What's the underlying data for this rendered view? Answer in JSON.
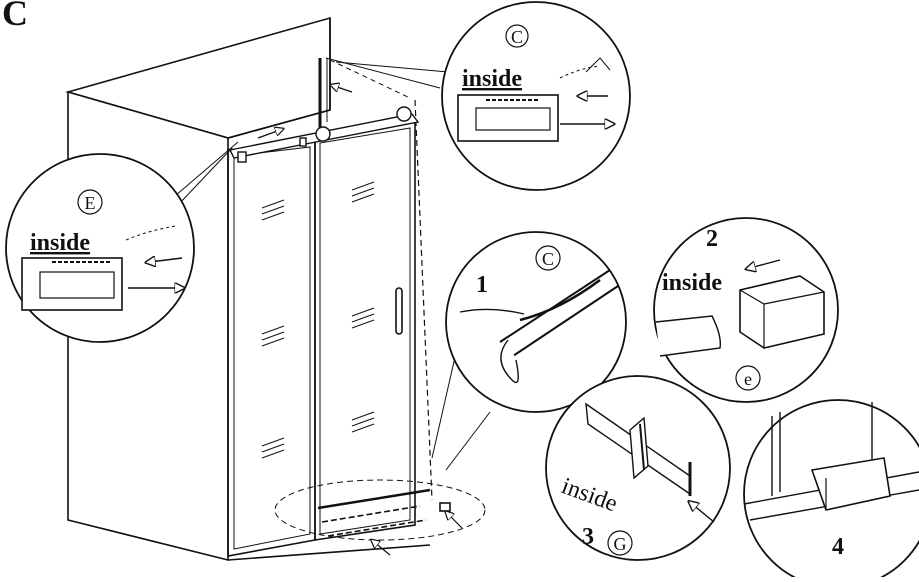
{
  "figure": {
    "label": "C"
  },
  "callouts": {
    "top_detail": {
      "part_letter": "C",
      "side_text": "inside"
    },
    "left_detail": {
      "part_letter": "E",
      "side_text": "inside"
    },
    "step1": {
      "step": "1",
      "part_letter": "C"
    },
    "step2": {
      "step": "2",
      "side_text": "inside",
      "part_letter": "e"
    },
    "step3": {
      "step": "3",
      "side_text": "inside",
      "part_letter": "G"
    },
    "step4": {
      "step": "4"
    }
  }
}
